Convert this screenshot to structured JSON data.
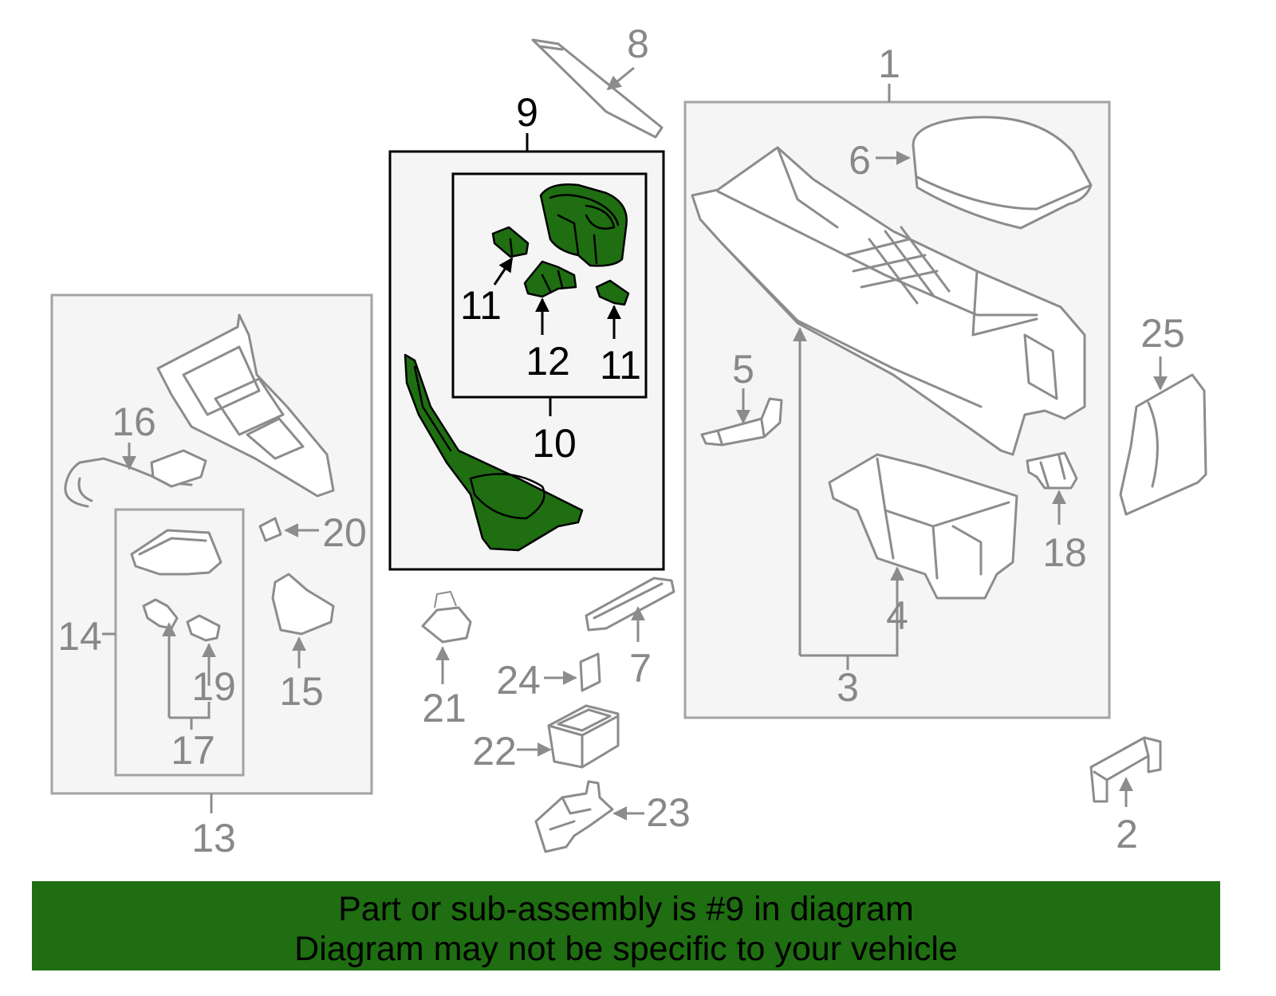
{
  "callouts": {
    "c1": "1",
    "c2": "2",
    "c3": "3",
    "c4": "4",
    "c5": "5",
    "c6": "6",
    "c7": "7",
    "c8": "8",
    "c9": "9",
    "c10": "10",
    "c11a": "11",
    "c11b": "11",
    "c12": "12",
    "c13": "13",
    "c14": "14",
    "c15": "15",
    "c16": "16",
    "c17": "17",
    "c18": "18",
    "c19": "19",
    "c20": "20",
    "c21": "21",
    "c22": "22",
    "c23": "23",
    "c24": "24",
    "c25": "25"
  },
  "footer": {
    "line1": "Part or sub-assembly is #9 in diagram",
    "line2": "Diagram may not be specific to your vehicle"
  },
  "colors": {
    "highlight_green": "#1f6e12",
    "callout_grey": "#888888",
    "callout_highlight": "#000000"
  }
}
